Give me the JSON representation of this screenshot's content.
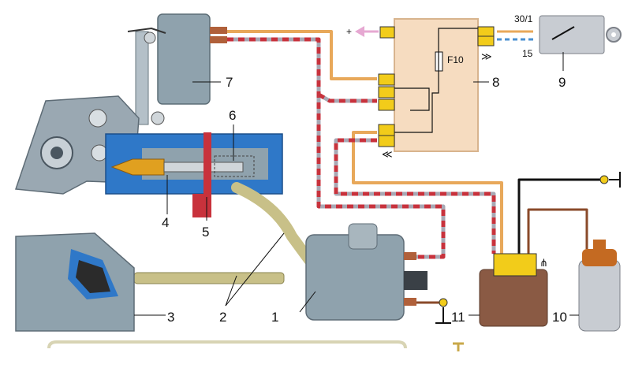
{
  "colors": {
    "wire_orange": "#e8a85a",
    "wire_red": "#c8323c",
    "wire_gray": "#a8a8b4",
    "wire_brown": "#8a4a2a",
    "wire_black": "#111111",
    "wire_blue": "#4a90d0",
    "relay_body": "#f6dcc0",
    "connector_yellow": "#f2cc1a",
    "part_gray": "#8fa2ad",
    "valve_blue": "#2f78c8",
    "coil_brown": "#c46a22",
    "unit_brown": "#8a5a44"
  },
  "labels": {
    "l1": "1",
    "l2": "2",
    "l3": "3",
    "l4": "4",
    "l5": "5",
    "l6": "6",
    "l7": "7",
    "l8": "8",
    "l9": "9",
    "l10": "10",
    "l11": "11"
  },
  "relay": {
    "fuse_label": "F10",
    "plus_sign": "+"
  },
  "switch": {
    "terminal_30": "30/1",
    "terminal_15": "15"
  }
}
